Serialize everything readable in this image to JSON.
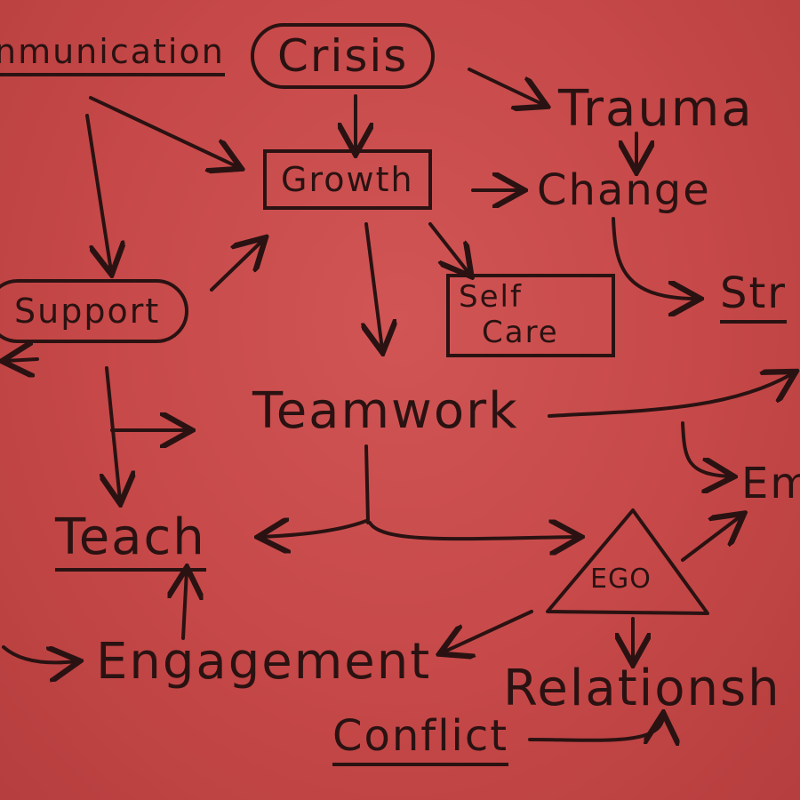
{
  "nodes": {
    "communication": "nmunication",
    "crisis": "Crisis",
    "trauma": "Trauma",
    "growth": "Growth",
    "change": "Change",
    "self_care_line1": "Self",
    "self_care_line2": "Care",
    "stress": "Str",
    "support": "Support",
    "teamwork": "Teamwork",
    "em": "Em",
    "teach": "Teach",
    "ego": "EGO",
    "engagement": "Engagement",
    "relationship": "Relationsh",
    "conflict": "Conflict"
  },
  "colors": {
    "board": "#c84a4a",
    "ink": "#2a1212"
  }
}
